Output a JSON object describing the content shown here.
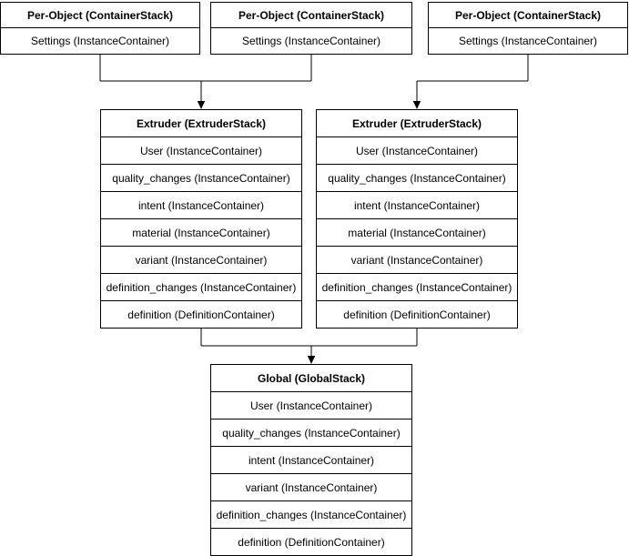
{
  "colors": {
    "stroke": "#000000",
    "box_fill": "#ffffff",
    "text": "#000000"
  },
  "stacks": {
    "per_object": [
      {
        "title": "Per-Object (ContainerStack)",
        "rows": [
          "Settings (InstanceContainer)"
        ]
      },
      {
        "title": "Per-Object (ContainerStack)",
        "rows": [
          "Settings (InstanceContainer)"
        ]
      },
      {
        "title": "Per-Object (ContainerStack)",
        "rows": [
          "Settings (InstanceContainer)"
        ]
      }
    ],
    "extruders": [
      {
        "title": "Extruder (ExtruderStack)",
        "rows": [
          "User (InstanceContainer)",
          "quality_changes (InstanceContainer)",
          "intent (InstanceContainer)",
          "material (InstanceContainer)",
          "variant (InstanceContainer)",
          "definition_changes (InstanceContainer)",
          "definition (DefinitionContainer)"
        ]
      },
      {
        "title": "Extruder (ExtruderStack)",
        "rows": [
          "User (InstanceContainer)",
          "quality_changes (InstanceContainer)",
          "intent (InstanceContainer)",
          "material (InstanceContainer)",
          "variant (InstanceContainer)",
          "definition_changes (InstanceContainer)",
          "definition (DefinitionContainer)"
        ]
      }
    ],
    "global": {
      "title": "Global (GlobalStack)",
      "rows": [
        "User (InstanceContainer)",
        "quality_changes (InstanceContainer)",
        "intent (InstanceContainer)",
        "variant (InstanceContainer)",
        "definition_changes (InstanceContainer)",
        "definition (DefinitionContainer)"
      ]
    }
  }
}
